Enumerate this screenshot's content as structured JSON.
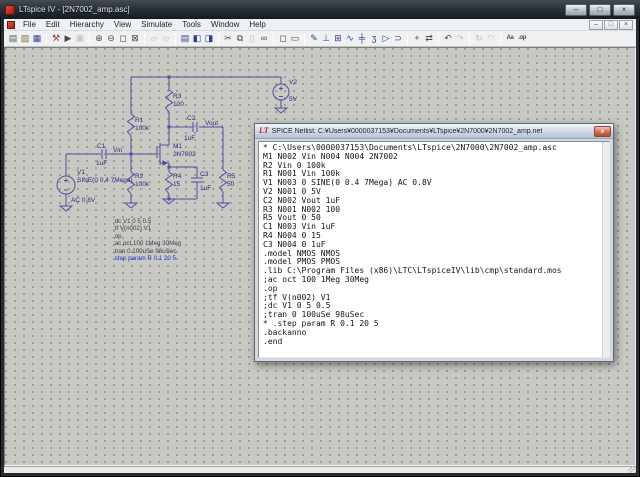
{
  "window": {
    "title": "LTspice IV - [2N7002_amp.asc]",
    "buttons": [
      {
        "name": "minimize-button",
        "glyph": "–"
      },
      {
        "name": "maximize-button",
        "glyph": "□"
      },
      {
        "name": "close-button",
        "glyph": "×"
      }
    ]
  },
  "menu": {
    "items": [
      "File",
      "Edit",
      "Hierarchy",
      "View",
      "Simulate",
      "Tools",
      "Window",
      "Help"
    ],
    "mdi_buttons": [
      {
        "name": "child-minimize-button",
        "glyph": "–"
      },
      {
        "name": "child-restore-button",
        "glyph": "□"
      },
      {
        "name": "child-close-button",
        "glyph": "×"
      }
    ]
  },
  "toolbar": {
    "icons": [
      {
        "name": "new-schematic-icon",
        "glyph": "▤",
        "c": "#5a5a52"
      },
      {
        "name": "open-icon",
        "glyph": "▨",
        "c": "#8a6d2f"
      },
      {
        "name": "save-icon",
        "glyph": "▦",
        "c": "#2d3f8f"
      },
      {
        "name": "control-panel-icon",
        "glyph": "⚒",
        "c": "#933a28",
        "sep": true
      },
      {
        "name": "run-icon",
        "glyph": "▶",
        "c": "#4a4a4a"
      },
      {
        "name": "halt-icon",
        "glyph": "▣",
        "disabled": true
      },
      {
        "name": "zoom-in-icon",
        "glyph": "⊕",
        "c": "#4a4a4a",
        "sep": true
      },
      {
        "name": "zoom-back-icon",
        "glyph": "⊖",
        "c": "#4a4a4a"
      },
      {
        "name": "zoom-area-icon",
        "glyph": "◻",
        "c": "#4a4a4a"
      },
      {
        "name": "zoom-full-icon",
        "glyph": "⊠",
        "c": "#4a4a4a"
      },
      {
        "name": "autorange-y-icon",
        "glyph": "▱",
        "disabled": true,
        "sep": true
      },
      {
        "name": "plot-settings-icon",
        "glyph": "▱",
        "disabled": true
      },
      {
        "name": "view-schematic-icon",
        "glyph": "▤",
        "c": "#2d3f8f",
        "sep": true
      },
      {
        "name": "view-netlist-icon",
        "glyph": "◧",
        "c": "#2d3f8f"
      },
      {
        "name": "view-symbol-icon",
        "glyph": "◨",
        "c": "#2d3f8f"
      },
      {
        "name": "cut-icon",
        "glyph": "✂",
        "c": "#4a4a4a",
        "sep": true
      },
      {
        "name": "copy-icon",
        "glyph": "⧉",
        "c": "#4a4a4a"
      },
      {
        "name": "paste-icon",
        "glyph": "▯",
        "disabled": true
      },
      {
        "name": "find-icon",
        "glyph": "∞",
        "c": "#4a4a4a"
      },
      {
        "name": "print-preview-icon",
        "glyph": "◻",
        "c": "#4a4a4a",
        "sep": true
      },
      {
        "name": "print-icon",
        "glyph": "▭",
        "c": "#4a4a4a"
      },
      {
        "name": "wire-icon",
        "glyph": "✎",
        "c": "#2d3f8f",
        "sep": true
      },
      {
        "name": "ground-icon",
        "glyph": "⊥",
        "c": "#2d3f8f"
      },
      {
        "name": "label-net-icon",
        "glyph": "⊞",
        "c": "#2d3f8f"
      },
      {
        "name": "resistor-icon",
        "glyph": "∿",
        "c": "#2d3f8f"
      },
      {
        "name": "capacitor-icon",
        "glyph": "╪",
        "c": "#2d3f8f"
      },
      {
        "name": "inductor-icon",
        "glyph": "ʒ",
        "c": "#2d3f8f"
      },
      {
        "name": "diode-icon",
        "glyph": "▷",
        "c": "#2d3f8f"
      },
      {
        "name": "component-icon",
        "glyph": "⊃",
        "c": "#2d3f8f"
      },
      {
        "name": "move-icon",
        "glyph": "+",
        "c": "#4a4a4a",
        "sep": true
      },
      {
        "name": "drag-icon",
        "glyph": "⇄",
        "c": "#4a4a4a"
      },
      {
        "name": "undo-icon",
        "glyph": "↶",
        "c": "#4a4a4a",
        "sep": true
      },
      {
        "name": "redo-icon",
        "glyph": "↷",
        "disabled": true
      },
      {
        "name": "rotate-icon",
        "glyph": "↻",
        "disabled": true,
        "sep": true
      },
      {
        "name": "mirror-icon",
        "glyph": "◠",
        "disabled": true
      },
      {
        "name": "text-icon",
        "glyph": "Aa",
        "c": "#4a4a4a",
        "small": true,
        "sep": true
      },
      {
        "name": "spice-directive-icon",
        "glyph": ".op",
        "c": "#4a4a4a",
        "small": true
      }
    ]
  },
  "schematic": {
    "net_labels": {
      "vin": "Vin",
      "vout": "Vout"
    },
    "components": {
      "v1": {
        "ref": "V1",
        "value": "SINE(0 0.4 7Mega)",
        "extra": "AC 0.8V"
      },
      "v2": {
        "ref": "V2",
        "value": "5V"
      },
      "m1": {
        "ref": "M1",
        "value": "2N7002"
      },
      "r1": {
        "ref": "R1",
        "value": "100k"
      },
      "r2": {
        "ref": "R2",
        "value": "100k"
      },
      "r3": {
        "ref": "R3",
        "value": "100"
      },
      "r4": {
        "ref": "R4",
        "value": "15"
      },
      "r5": {
        "ref": "R5",
        "value": "50"
      },
      "c1": {
        "ref": "C1",
        "value": "1uF"
      },
      "c2": {
        "ref": "C2",
        "value": "1uF"
      },
      "c3": {
        "ref": "C3",
        "value": "1uF"
      }
    },
    "directives": [
      {
        "text": ";dc V1 0 5 0.5"
      },
      {
        "text": ";tf V(n002) V1"
      },
      {
        "text": ".op"
      },
      {
        "text": ";ac oct 100 1Meg 30Meg"
      },
      {
        "text": ";tran 0 100uSe 98uSec"
      },
      {
        "text": ".step param R 0.1 20 5",
        "accent": true
      }
    ]
  },
  "netlist_window": {
    "title": "SPICE Netlist: C:¥Users¥0000037153¥Documents¥LTspice¥2N7000¥2N7002_amp.net",
    "close_glyph": "×",
    "lines": [
      "* C:\\Users\\0000037153\\Documents\\LTspice\\2N7000\\2N7002_amp.asc",
      "M1 N002 Vin N004 N004 2N7002",
      "R2 Vin 0 100k",
      "R1 N001 Vin 100k",
      "V1 N003 0 SINE(0 0.4 7Mega) AC 0.8V",
      "V2 N001 0 5V",
      "C2 N002 Vout 1uF",
      "R3 N001 N002 100",
      "R5 Vout 0 50",
      "C1 N003 Vin 1uF",
      "R4 N004 0 15",
      "C3 N004 0 1uF",
      ".model NMOS NMOS",
      ".model PMOS PMOS",
      ".lib C:\\Program Files (x86)\\LTC\\LTspiceIV\\lib\\cmp\\standard.mos",
      ";ac oct 100 1Meg 30Meg",
      ".op",
      ";tf V(n002) V1",
      ";dc V1 0 5 0.5",
      ";tran 0 100uSe 98uSec",
      "* .step param R 0.1 20 5",
      ".backanno",
      ".end"
    ]
  },
  "colors": {
    "wire": "#4f4fa0",
    "schematic_text": "#2b2b7e",
    "canvas_bg": "#c9c9c3",
    "directive_accent": "#2433cc",
    "titlebar_dark": "#262c34",
    "logo_red": "#c02318"
  },
  "statusbar": {
    "text": ""
  }
}
